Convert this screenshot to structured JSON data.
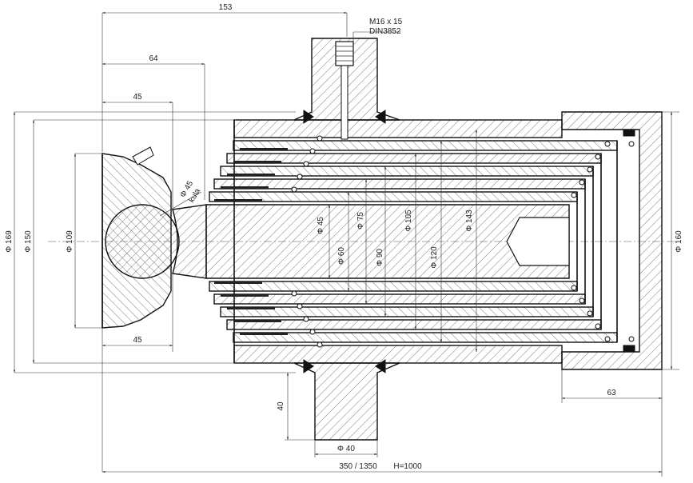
{
  "dimensions": {
    "top_overall": "153",
    "top_64": "64",
    "top_45": "45",
    "bottom_45": "45",
    "thread_line1": "M16 x 15",
    "thread_line2": "DIN3852",
    "phi169": "Φ 169",
    "phi150": "Φ 150",
    "phi109": "Φ 109",
    "ball": "Φ 45",
    "ball_sub": "kula",
    "d45": "Φ 45",
    "d60": "Φ 60",
    "d75": "Φ 75",
    "d90": "Φ 90",
    "d105": "Φ 105",
    "d120": "Φ 120",
    "d143": "Φ 143",
    "phi160": "Φ 160",
    "right_63": "63",
    "trunnion_40": "40",
    "trunnion_phi40": "Φ 40",
    "stroke": "350 / 1350",
    "height": "H=1000"
  }
}
